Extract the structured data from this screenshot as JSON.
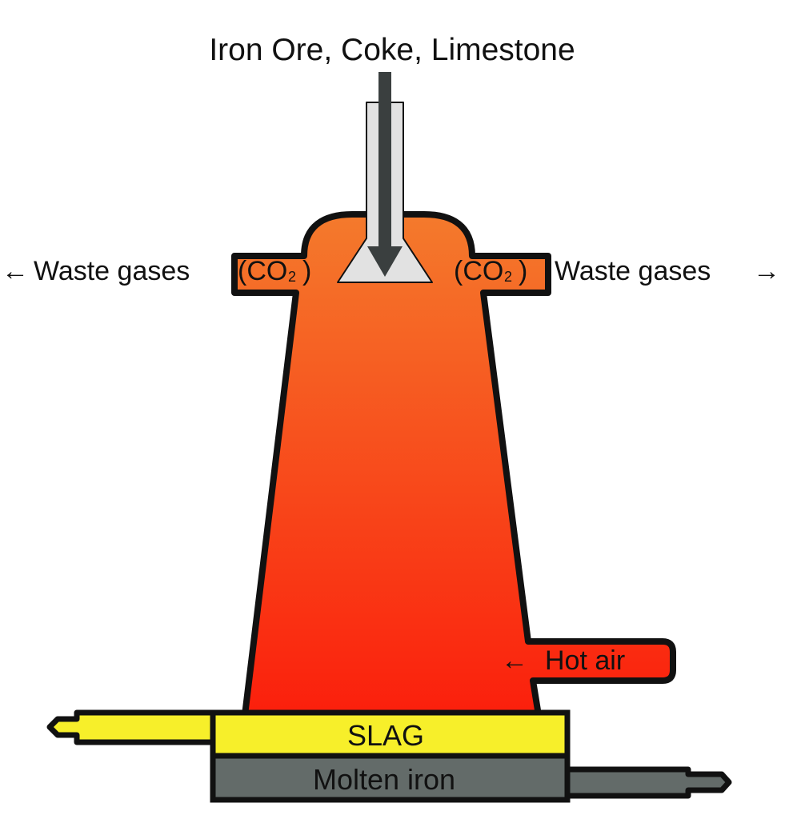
{
  "feed_label": "Iron Ore, Coke, Limestone",
  "left_outlet": {
    "label": "Waste gases",
    "arrow": "←",
    "gas_open": "(CO",
    "gas_sub": "2",
    "gas_close": ")"
  },
  "right_outlet": {
    "label": "Waste gases",
    "arrow": "→",
    "gas_open": "(CO",
    "gas_sub": "2",
    "gas_close": ")"
  },
  "hot_air": {
    "arrow": "←",
    "label": "Hot air"
  },
  "slag_label": "SLAG",
  "iron_label": "Molten iron",
  "colors": {
    "furnace_top": "#f47a2c",
    "furnace_bottom": "#fb1f0c",
    "slag": "#f7ef2a",
    "molten_iron": "#636b69",
    "feed_chute": "#e2e2e2",
    "feed_arrow": "#3a3f3f",
    "outline": "#111111"
  }
}
